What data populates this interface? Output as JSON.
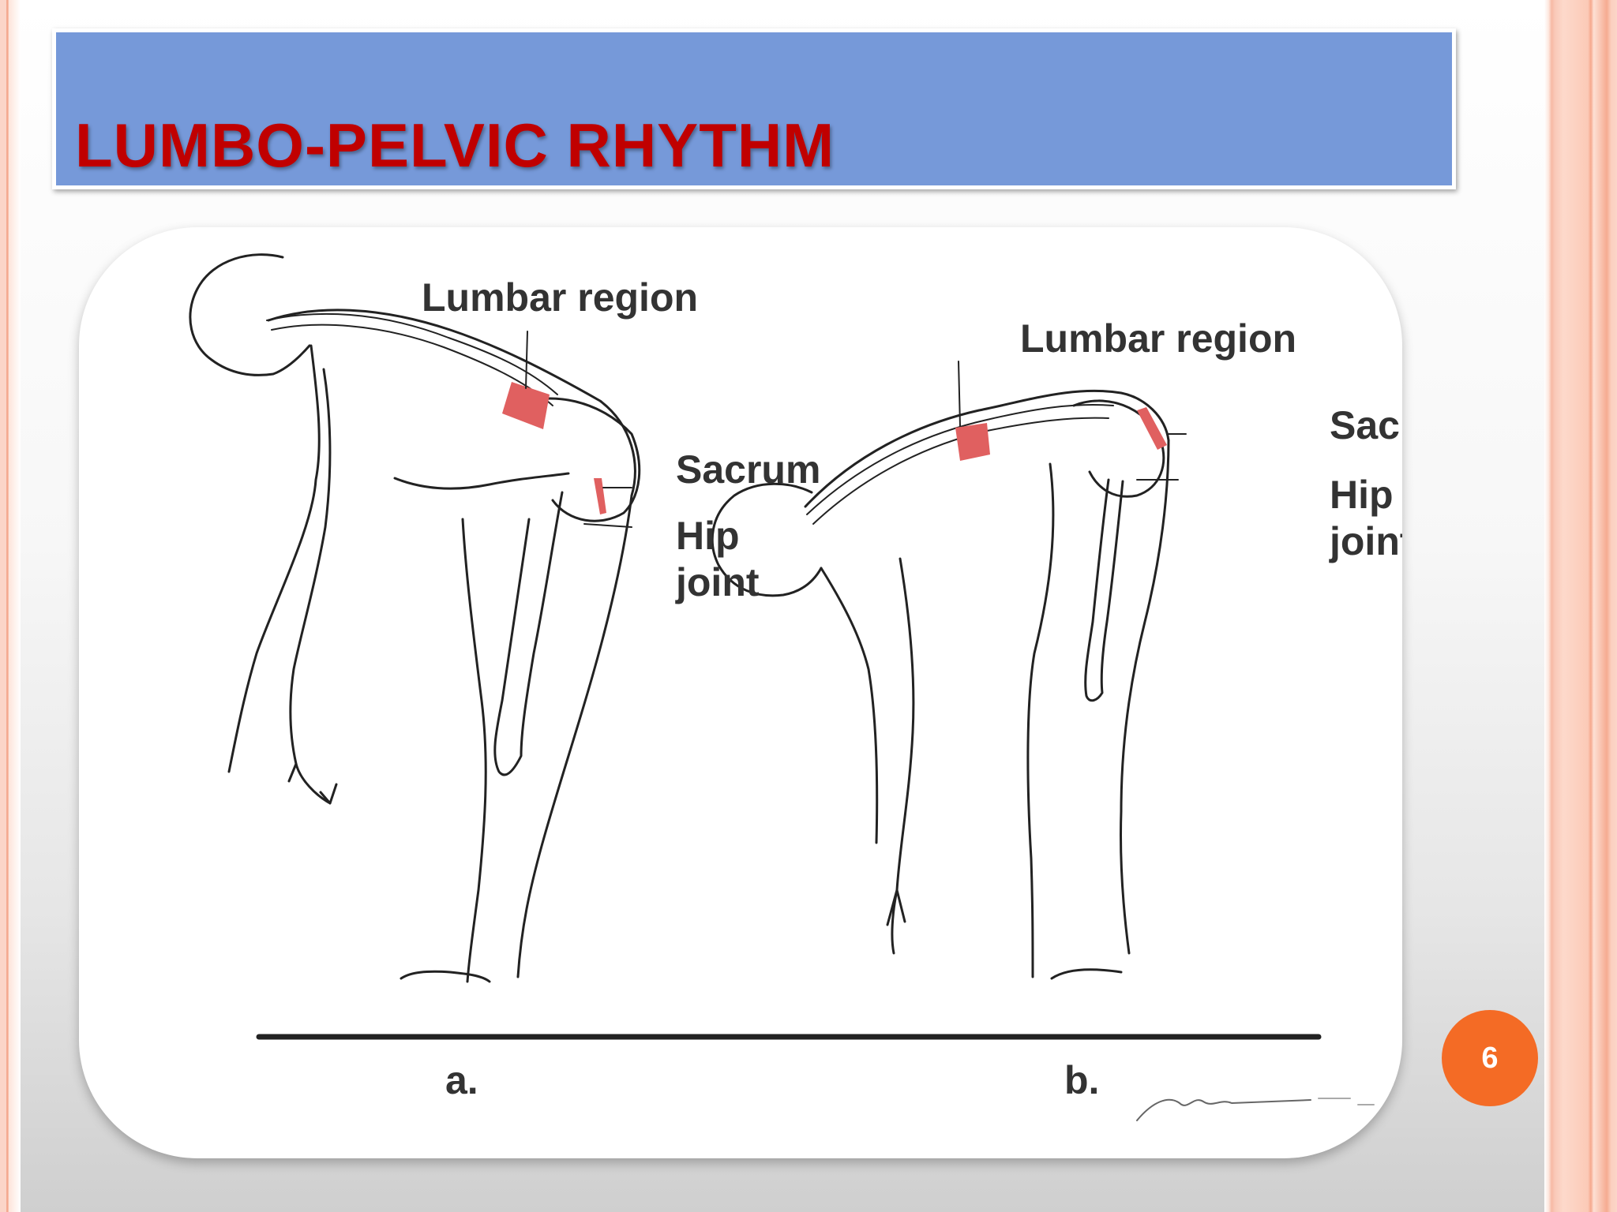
{
  "slide": {
    "title": "LUMBO-PELVIC RHYTHM",
    "page_number": "6"
  },
  "figure": {
    "panel_a": {
      "caption": "a.",
      "lumbar_label": "Lumbar region",
      "sacrum_label": "Sacrum",
      "hip_label": "Hip\njoint"
    },
    "panel_b": {
      "caption": "b.",
      "lumbar_label": "Lumbar region",
      "sacrum_label": "Sac",
      "hip_label": "Hip\njoint"
    }
  },
  "colors": {
    "title_bar": "#7699d9",
    "title_text": "#c00000",
    "highlight": "#e06060",
    "page_badge": "#f46b25"
  }
}
